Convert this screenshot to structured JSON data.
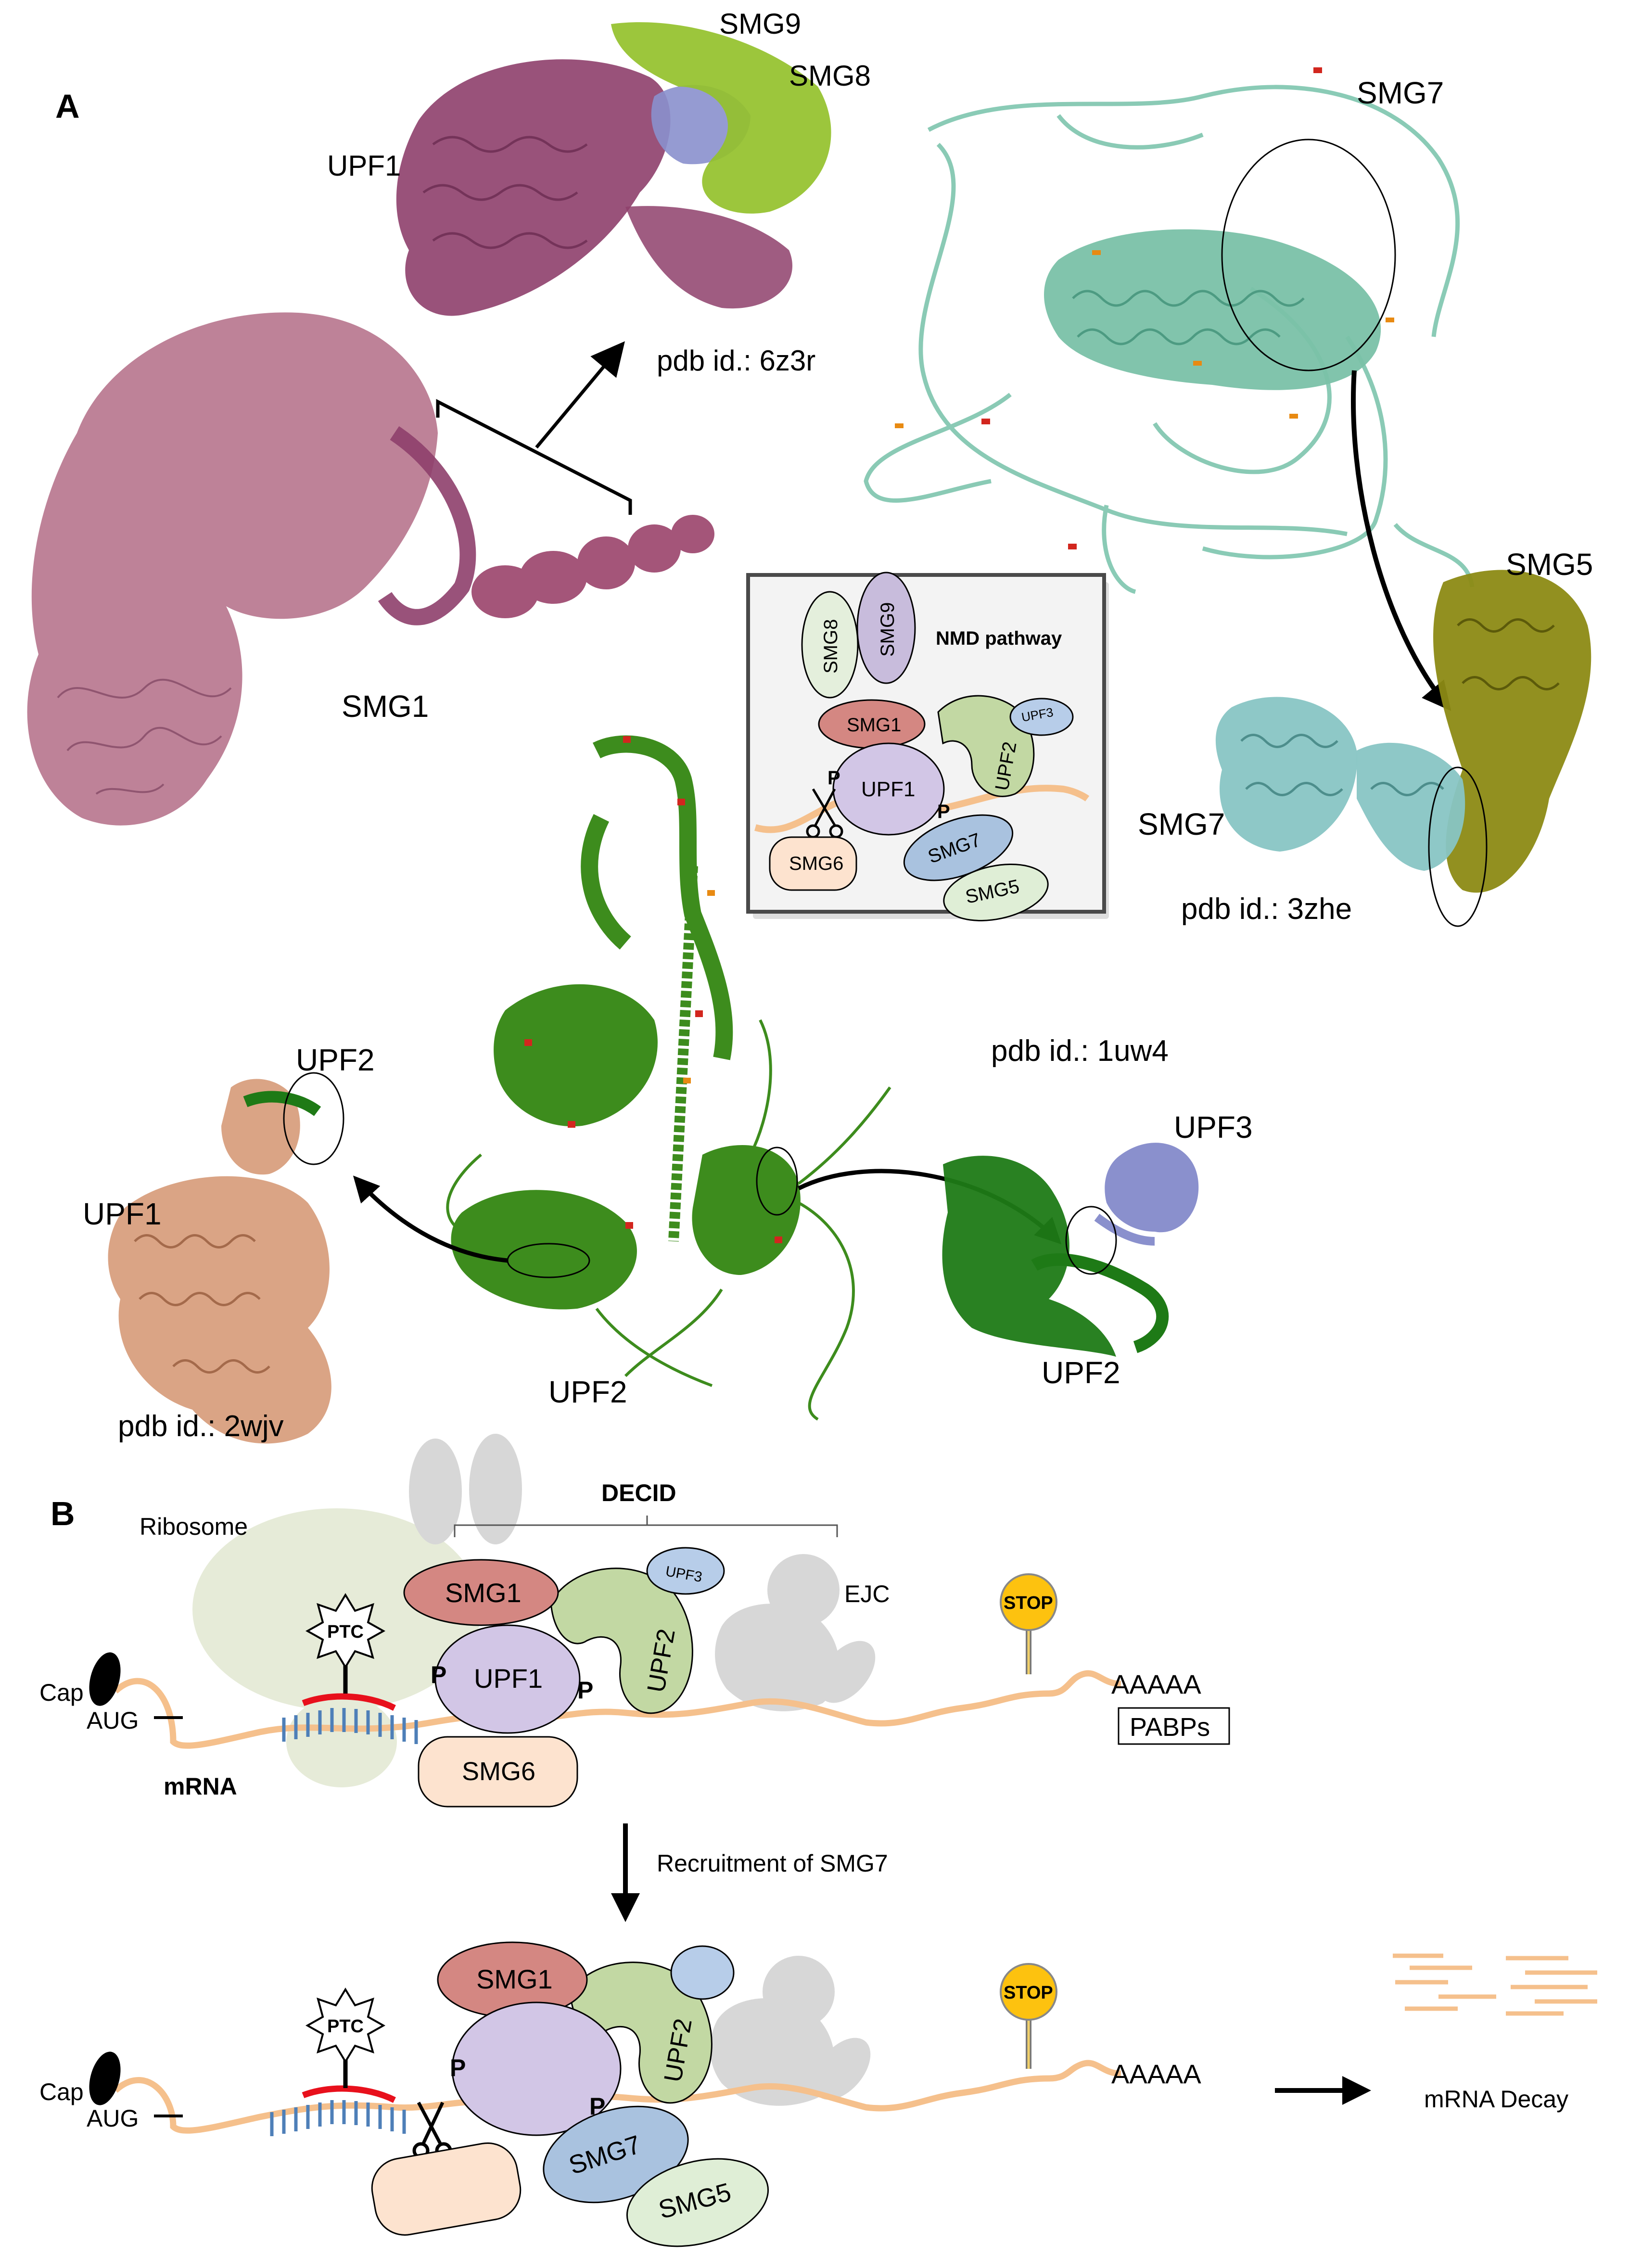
{
  "panel_a": {
    "panel_label": "A",
    "structures": {
      "smg1_top": {
        "labels": {
          "upf1": "UPF1",
          "smg9": "SMG9",
          "smg8": "SMG8"
        },
        "pdb": "pdb id.: 6z3r"
      },
      "smg1_main": {
        "label": "SMG1"
      },
      "smg7_top": {
        "label": "SMG7"
      },
      "smg7_smg5": {
        "smg5": "SMG5",
        "smg7": "SMG7",
        "pdb": "pdb id.: 3zhe"
      },
      "upf2_main": {
        "label": "UPF2"
      },
      "upf1_upf2": {
        "upf2": "UPF2",
        "upf1": "UPF1",
        "pdb": "pdb id.: 2wjv"
      },
      "upf2_upf3": {
        "pdb": "pdb id.: 1uw4",
        "upf3": "UPF3",
        "upf2": "UPF2"
      }
    },
    "inset": {
      "title": "NMD pathway",
      "labels": {
        "smg8": "SMG8",
        "smg9": "SMG9",
        "smg1": "SMG1",
        "upf3": "UPF3",
        "upf2": "UPF2",
        "upf1": "UPF1",
        "p": "P",
        "smg6": "SMG6",
        "smg7": "SMG7",
        "smg5": "SMG5"
      }
    }
  },
  "panel_b": {
    "panel_label": "B",
    "top": {
      "decid": "DECID",
      "ribosome": "Ribosome",
      "ejc": "EJC",
      "smg1": "SMG1",
      "upf3": "UPF3",
      "upf1": "UPF1",
      "upf2": "UPF2",
      "p1": "P",
      "p2": "P",
      "ptc": "PTC",
      "stop": "STOP",
      "polya": "AAAAA",
      "pabps": "PABPs",
      "cap": "Cap",
      "aug": "AUG",
      "mrna": "mRNA",
      "smg6": "SMG6"
    },
    "step_label": "Recruitment of SMG7",
    "bottom": {
      "smg1": "SMG1",
      "upf2": "UPF2",
      "ptc": "PTC",
      "stop": "STOP",
      "polya": "AAAAA",
      "cap": "Cap",
      "aug": "AUG",
      "p1": "P",
      "p2": "P",
      "smg7": "SMG7",
      "smg5": "SMG5",
      "decay": "mRNA Decay"
    }
  },
  "colors": {
    "upf1_purple": "#d2c6e6",
    "smg1_red": "#d48782",
    "upf2_green": "#c2d8a3",
    "upf3_blue": "#b7cde9",
    "smg7_blue": "#a9c2df",
    "smg5_green": "#dfeed6",
    "smg6_peach": "#fde3cf",
    "smg8_green": "#e4efdc",
    "smg9_purple": "#c8bcdc",
    "mrna_orange": "#f5c08c",
    "ptc_red": "#e8101c",
    "stop_yellow": "#fdc20f",
    "ribosome": "#e6ebd8",
    "ejc_grey": "#d7d7d7",
    "structure_purple": "#8e3f6b",
    "structure_green": "#3d8c1d",
    "structure_teal": "#84c8b2",
    "structure_olive": "#8c8a14",
    "structure_tan": "#d89f7e",
    "structure_cyan": "#88c5c4",
    "structure_lavender": "#8a90cd"
  }
}
